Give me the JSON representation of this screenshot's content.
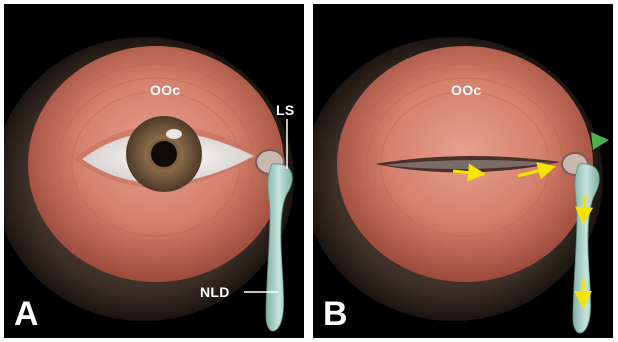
{
  "panels": [
    {
      "letter": "A",
      "labels": {
        "muscle": "OOc",
        "sac": "LS",
        "duct": "NLD"
      },
      "eye_state": "open"
    },
    {
      "letter": "B",
      "labels": {
        "muscle": "OOc"
      },
      "eye_state": "closed",
      "arrow_color": "#f5e300",
      "marker_color": "#4caf50"
    }
  ],
  "colors": {
    "background": "#000000",
    "muscle": "#d98a78",
    "muscle_dark": "#a95446",
    "halo": "#4a3a30",
    "duct": "#a9cfc6",
    "iris": "#7a5a3c"
  }
}
